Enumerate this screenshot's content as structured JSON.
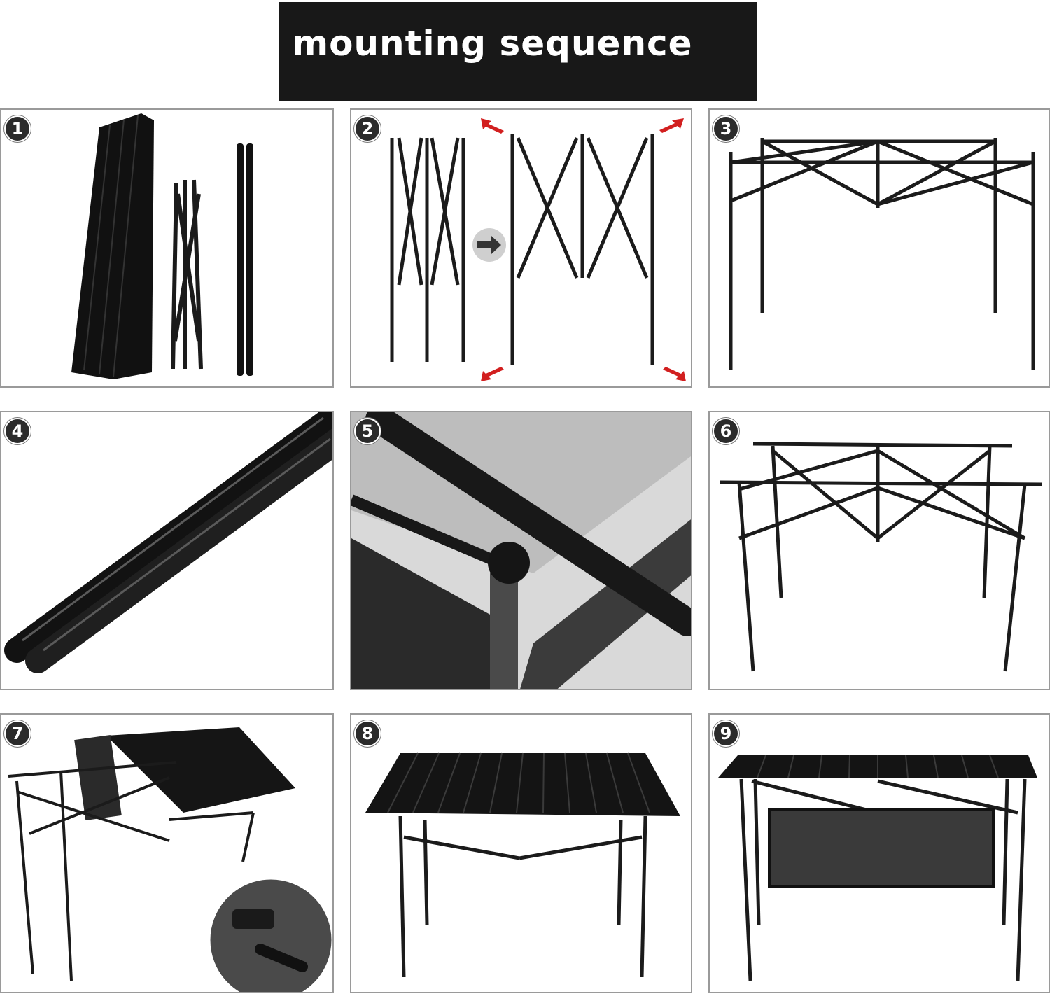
{
  "header": {
    "title": "mounting sequence"
  },
  "steps": [
    {
      "number": "1",
      "illustration": "folded-table-parts"
    },
    {
      "number": "2",
      "illustration": "expanding-frame"
    },
    {
      "number": "3",
      "illustration": "opened-frame"
    },
    {
      "number": "4",
      "illustration": "support-rods-closeup"
    },
    {
      "number": "5",
      "illustration": "rod-clip-closeup"
    },
    {
      "number": "6",
      "illustration": "frame-with-rods"
    },
    {
      "number": "7",
      "illustration": "rolling-tabletop"
    },
    {
      "number": "8",
      "illustration": "assembled-table"
    },
    {
      "number": "9",
      "illustration": "table-with-storage-net"
    }
  ],
  "colors": {
    "banner": "#181818",
    "metal": "#1c1c1c",
    "arrow": "#d21f1f",
    "border": "#9a9a9a"
  }
}
